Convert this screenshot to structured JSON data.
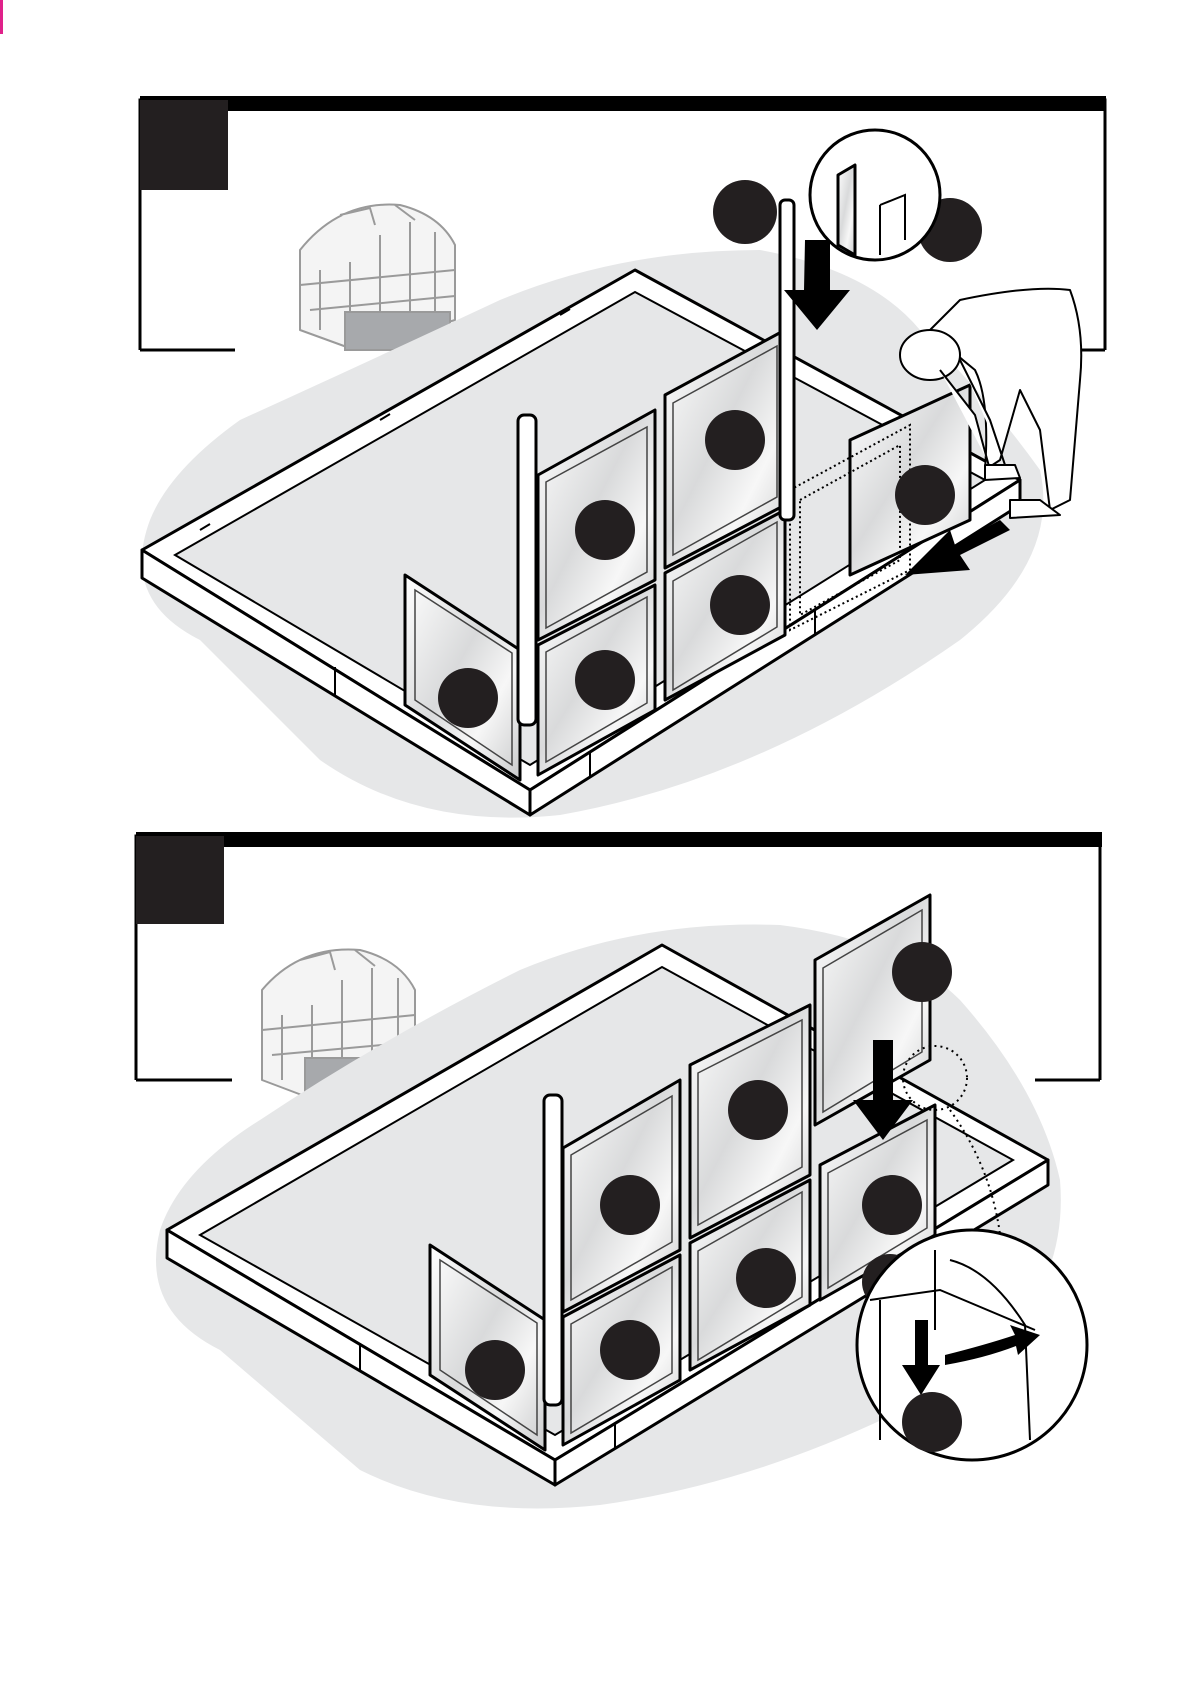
{
  "page": {
    "colors": {
      "background": "#ffffff",
      "ground_shadow": "#e6e7e8",
      "step_box": "#231f20",
      "callout": "#231f20",
      "thumbnail": "#a7a9ac",
      "edge_mark": "#e0218a"
    }
  },
  "panels": [
    {
      "step_box": "filled-black-square",
      "thumbnail": "greenhouse-thumbnail",
      "callouts": 9,
      "figures": [
        "person-bending-over",
        "lower-post-arrow",
        "slide-panel-arrow",
        "channel-detail-zoom"
      ]
    },
    {
      "step_box": "filled-black-square",
      "thumbnail": "greenhouse-thumbnail",
      "callouts": 9,
      "figures": [
        "insert-panel-arrow",
        "hinge-detail-zoom",
        "rotate-arrow"
      ]
    }
  ]
}
